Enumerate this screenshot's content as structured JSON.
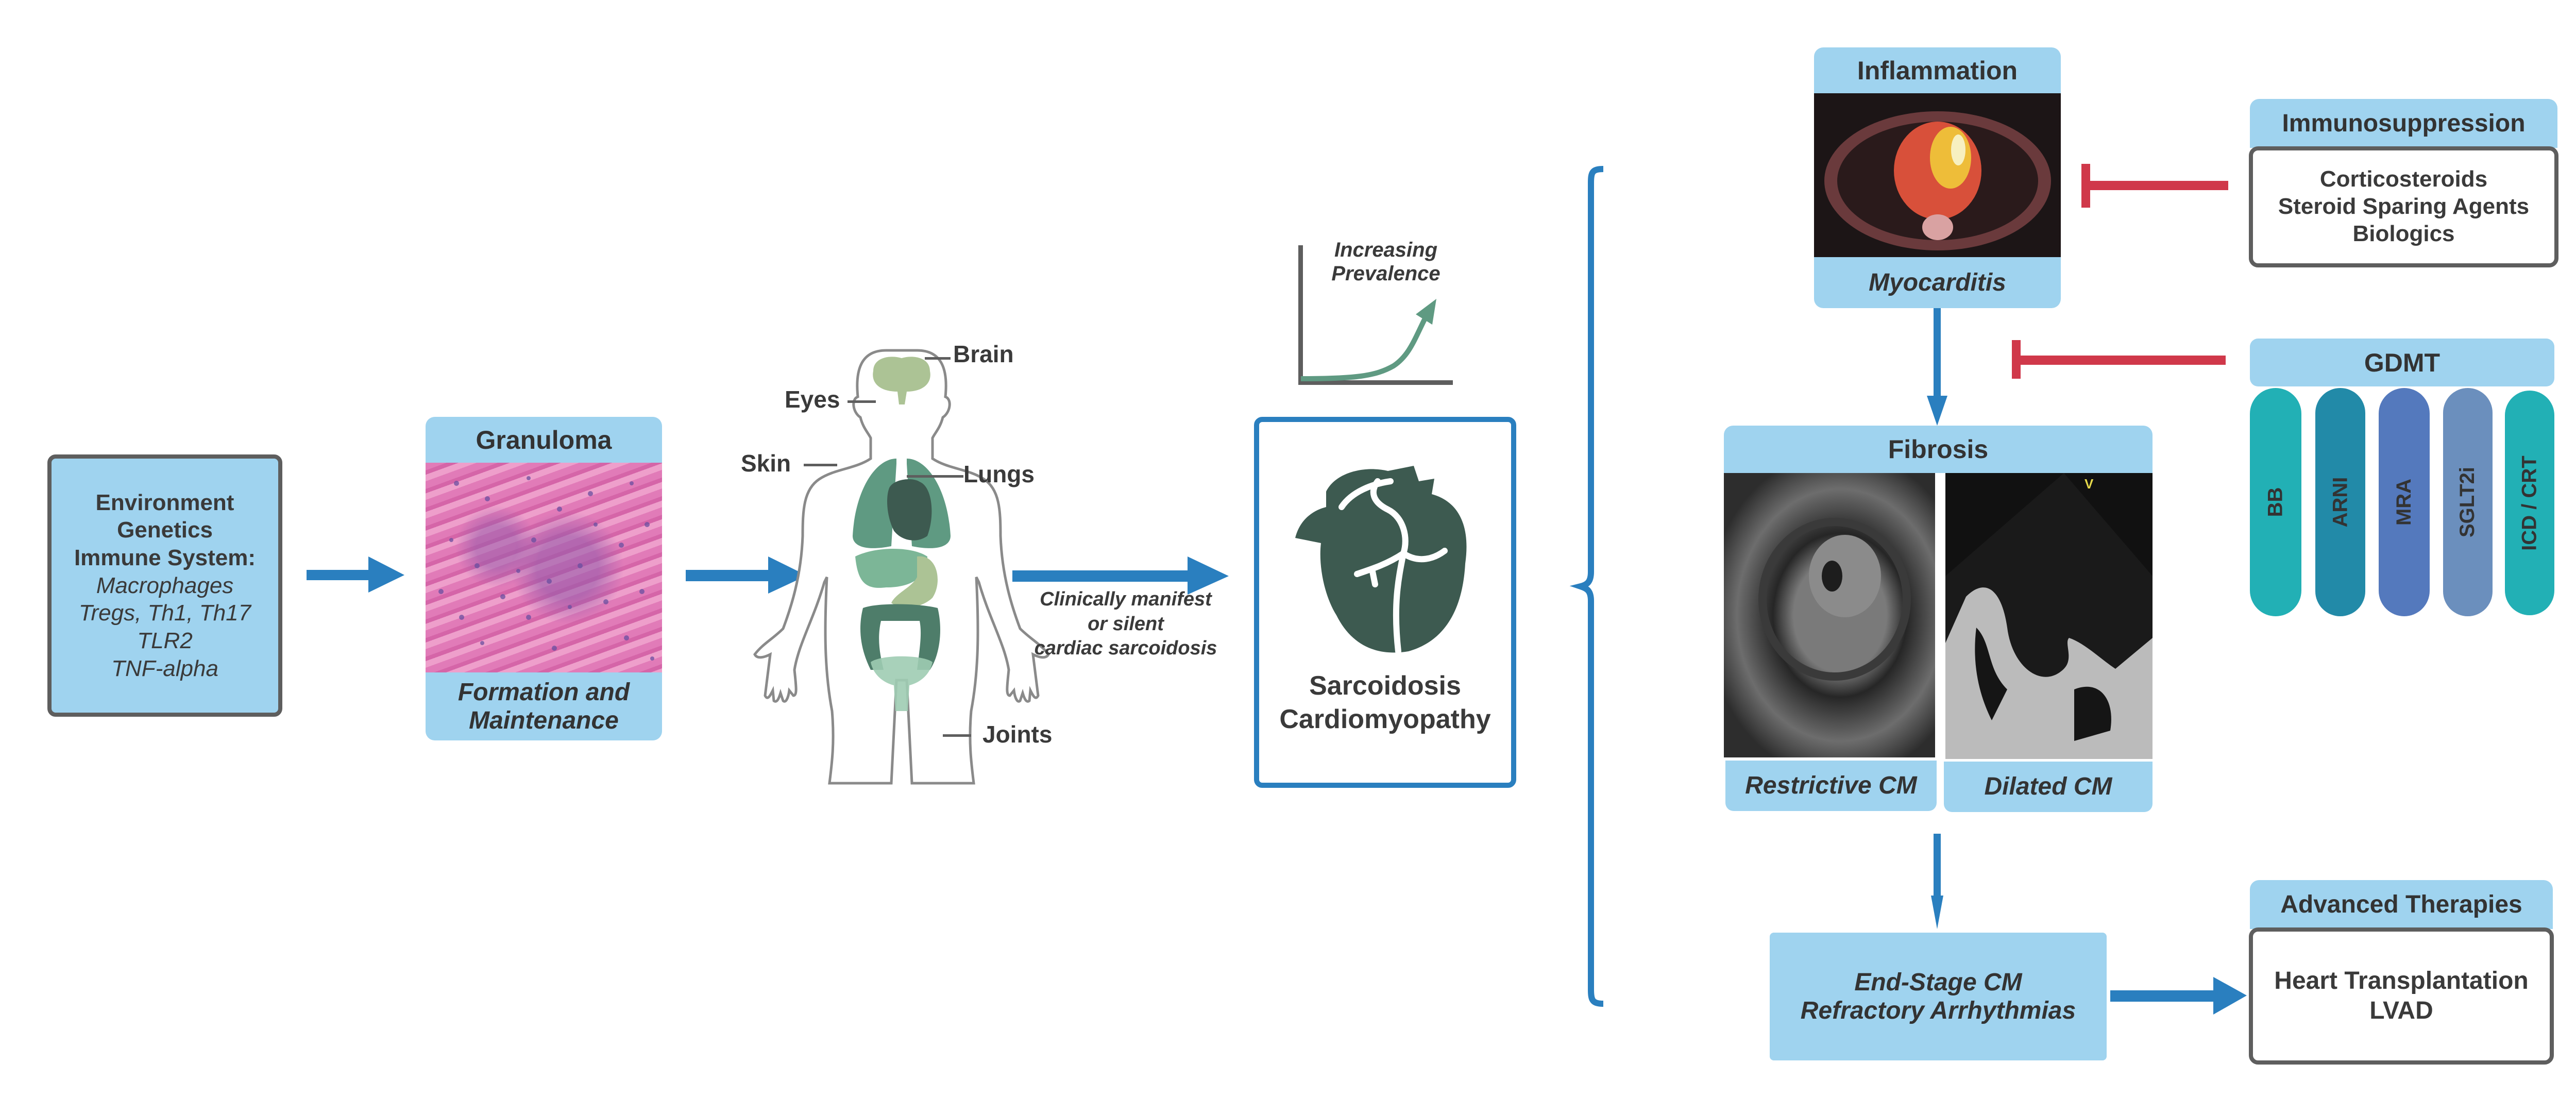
{
  "colors": {
    "arrow_blue": "#2a7fbf",
    "box_light_blue": "#9fd3ef",
    "inhibitor_red": "#d0384a",
    "border_gray": "#5e5e5e",
    "organ_green": "#5f9a82",
    "heart_dark": "#3d5a50"
  },
  "factors": {
    "lines_bold": [
      "Environment",
      "Genetics",
      "Immune System:"
    ],
    "lines_italic": [
      "Macrophages",
      "Tregs, Th1, Th17",
      "TLR2",
      "TNF-alpha"
    ]
  },
  "granuloma": {
    "title": "Granuloma",
    "caption_line1": "Formation and",
    "caption_line2": "Maintenance",
    "image_icon": "histology-image"
  },
  "body": {
    "labels": {
      "brain": "Brain",
      "eyes": "Eyes",
      "skin": "Skin",
      "lungs": "Lungs",
      "joints": "Joints"
    }
  },
  "transition": {
    "line1": "Clinically manifest",
    "line2": "or silent",
    "line3": "cardiac sarcoidosis"
  },
  "prevalence": {
    "line1": "Increasing",
    "line2": "Prevalence"
  },
  "sarcoidosis": {
    "line1": "Sarcoidosis",
    "line2": "Cardiomyopathy"
  },
  "inflammation": {
    "title": "Inflammation",
    "caption": "Myocarditis",
    "image_icon": "pet-ct-image"
  },
  "fibrosis": {
    "title": "Fibrosis",
    "left_caption": "Restrictive CM",
    "right_caption": "Dilated CM",
    "left_image_icon": "cardiac-mri-image",
    "right_image_icon": "echocardiogram-image"
  },
  "end_stage": {
    "line1": "End-Stage CM",
    "line2": "Refractory Arrhythmias"
  },
  "immunosuppression": {
    "title": "Immunosuppression",
    "items": [
      "Corticosteroids",
      "Steroid Sparing Agents",
      "Biologics"
    ]
  },
  "gdmt": {
    "title": "GDMT",
    "pillars": [
      {
        "label": "BB",
        "color": "#22b0b5"
      },
      {
        "label": "ARNI",
        "color": "#228aa8"
      },
      {
        "label": "MRA",
        "color": "#5479bd"
      },
      {
        "label": "SGLT2i",
        "color": "#6b8fbd"
      },
      {
        "label": "ICD / CRT",
        "color": "#22b0b5"
      }
    ]
  },
  "advanced": {
    "title": "Advanced Therapies",
    "items": [
      "Heart Transplantation",
      "LVAD"
    ]
  }
}
